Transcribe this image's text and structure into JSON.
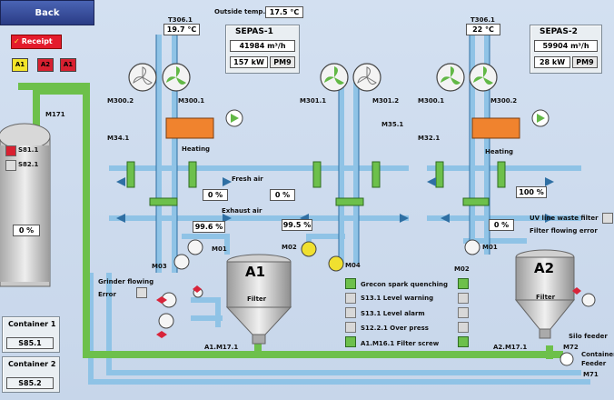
{
  "nav": {
    "back_label": "Back"
  },
  "receipt": {
    "label": "Receipt"
  },
  "alarms": [
    "A1",
    "A2",
    "A1"
  ],
  "outside": {
    "label": "Outside temp.:",
    "value": "17.5 °C"
  },
  "sepas1": {
    "title": "SEPAS-1",
    "flow": "41984 m³/h",
    "power": "157 kW",
    "mode": "PM9"
  },
  "sepas2": {
    "title": "SEPAS-2",
    "flow": "59904 m³/h",
    "power": "28 kW",
    "mode": "PM9"
  },
  "temps": {
    "t1_label": "T306.1",
    "t1_value": "19.7 °C",
    "t2_label": "T306.1",
    "t2_value": "22 °C"
  },
  "motors": {
    "m300_2": "M300.2",
    "m300_1": "M300.1",
    "m301_1": "M301.1",
    "m301_2": "M301.2",
    "m300_1b": "M300.1",
    "m300_2b": "M300.2",
    "m34_1": "M34.1",
    "m35_1": "M35.1",
    "m32_1": "M32.1",
    "m171": "M171",
    "m01a": "M01",
    "m02a": "M02",
    "m03": "M03",
    "m04": "M04",
    "m02b": "M02",
    "m01b": "M01",
    "m72": "M72",
    "m71": "M71",
    "a1m": "A1.M17.1",
    "a2m": "A2.M17.1"
  },
  "labels": {
    "heating1": "Heating",
    "heating2": "Heating",
    "fresh_air": "Fresh air",
    "exhaust_air": "Exhaust air",
    "uv_line": "UV line waste filter",
    "filter_err": "Filter flowing error",
    "grinder": "Grinder flowing",
    "error": "Error",
    "silo": "Silo feeder",
    "container_feeder1": "Container",
    "container_feeder2": "Feeder",
    "filter1": "Filter",
    "filter2": "Filter",
    "a1": "A1",
    "a2": "A2",
    "s81": "S81.1",
    "s82": "S82.1"
  },
  "dampers": {
    "d1": "0 %",
    "d2": "0 %",
    "d3": "100 %",
    "d4": "99.6 %",
    "d5": "99.5 %",
    "d6": "0 %"
  },
  "silo": {
    "value": "0 %"
  },
  "status_list": [
    "Grecon spark quenching",
    "S13.1 Level warning",
    "S13.1 Level alarm",
    "S12.2.1 Over press",
    "A1.M16.1 Filter screw"
  ],
  "containers": [
    {
      "title": "Container 1",
      "sensor": "S85.1"
    },
    {
      "title": "Container 2",
      "sensor": "S85.2"
    }
  ]
}
